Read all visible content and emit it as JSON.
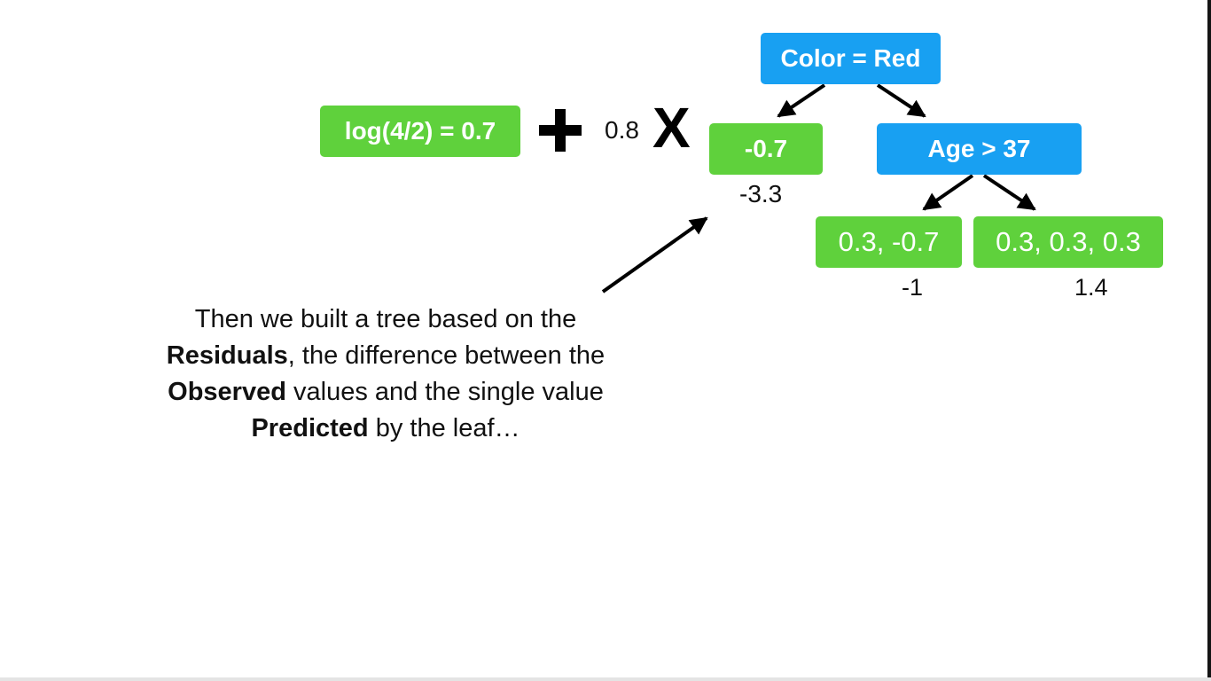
{
  "equation": {
    "initial_prediction": "log(4/2) = 0.7",
    "plus_symbol": "+",
    "learning_rate": "0.8",
    "times_symbol": "X"
  },
  "tree": {
    "root": "Color = Red",
    "left_leaf": {
      "label": "-0.7",
      "output": "-3.3"
    },
    "right_node": "Age > 37",
    "right_left_leaf": {
      "label": "0.3, -0.7",
      "output": "-1"
    },
    "right_right_leaf": {
      "label": "0.3, 0.3, 0.3",
      "output": "1.4"
    }
  },
  "caption": {
    "line1": "Then we built a tree based on the",
    "line2_bold": "Residuals",
    "line2_rest": ", the difference between the",
    "line3_bold": "Observed",
    "line3_rest": " values and the single value",
    "line4_bold": "Predicted",
    "line4_rest": " by the leaf…"
  },
  "colors": {
    "leaf_green": "#5fd13c",
    "node_blue": "#18a0f2",
    "arrow": "#000000"
  }
}
